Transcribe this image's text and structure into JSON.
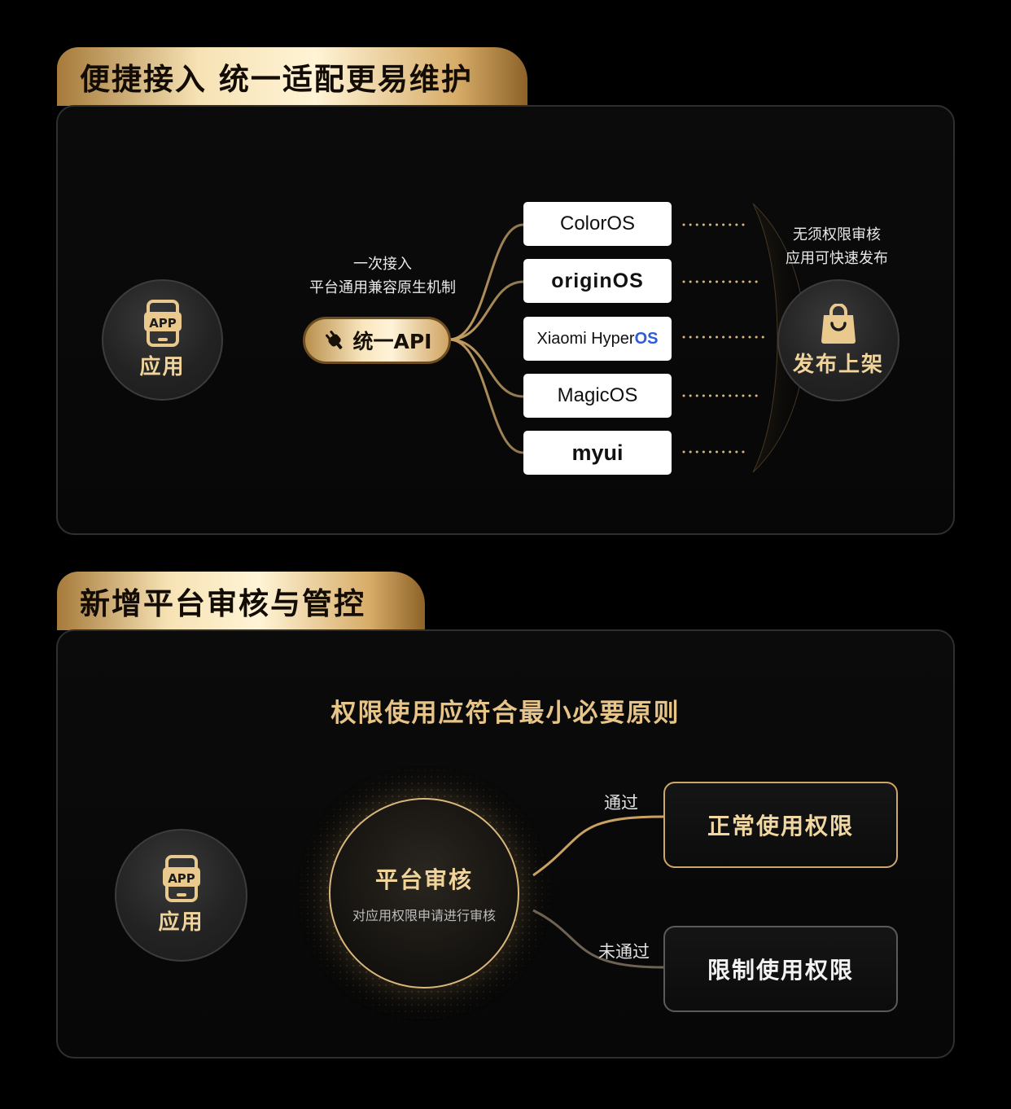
{
  "section1": {
    "title": "便捷接入 统一适配更易维护",
    "app": {
      "badge": "APP",
      "label": "应用"
    },
    "api_note": [
      "一次接入",
      "平台通用兼容原生机制"
    ],
    "api_label": "统一API",
    "os_list": [
      {
        "name": "ColorOS"
      },
      {
        "name": "originOS"
      },
      {
        "name": "Xiaomi HyperOS",
        "head": "Xiaomi Hyper",
        "tail": "OS",
        "tail_color": "#2e5bd8"
      },
      {
        "name": "MagicOS"
      },
      {
        "name": "myui"
      }
    ],
    "publish_note": [
      "无须权限审核",
      "应用可快速发布"
    ],
    "publish_label": "发布上架"
  },
  "section2": {
    "title": "新增平台审核与管控",
    "headline": "权限使用应符合最小必要原则",
    "app": {
      "badge": "APP",
      "label": "应用"
    },
    "review": {
      "title": "平台审核",
      "subtitle": "对应用权限申请进行审核"
    },
    "pass_label": "通过",
    "fail_label": "未通过",
    "pass_result": "正常使用权限",
    "fail_result": "限制使用权限"
  },
  "colors": {
    "gold": "#d9b574",
    "gold_light": "#f3dcac",
    "background": "#000000",
    "hyperos_blue": "#2e5bd8"
  }
}
